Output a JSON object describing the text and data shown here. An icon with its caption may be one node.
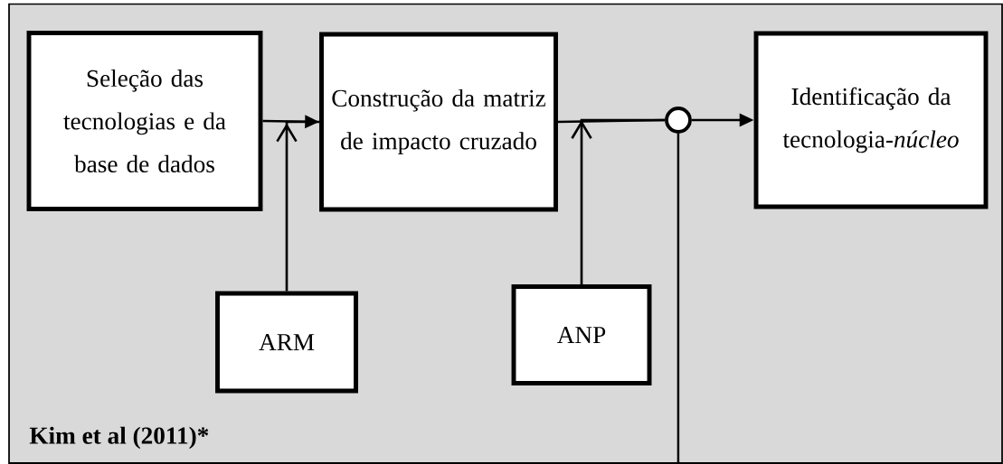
{
  "diagram": {
    "nodes": [
      {
        "text": [
          "Kim et al (2011)*"
        ]
      },
      {
        "text": [
          "Seleção das tecnologias e da base de dados"
        ],
        "in": 0
      },
      {
        "text": [
          "Construção da matriz de impacto cruzado"
        ],
        "in": 0
      },
      {
        "text": [
          "Identificação da tecnologia-*núcleo*"
        ],
        "in": 0
      },
      {
        "text": [
          "ARM"
        ],
        "in": 0
      },
      {
        "text": [
          "ANP"
        ],
        "in": 0
      },
      {
        "text": [],
        "shape": "circle",
        "in": 0
      }
    ],
    "edges": [
      {
        "from": 1,
        "to": 2,
        "arrow": "to"
      },
      {
        "from": 4,
        "to": 2,
        "arrow": "to"
      },
      {
        "from": 2,
        "to": 6,
        "arrow": "none"
      },
      {
        "from": 5,
        "to": 6,
        "arrow": "to"
      },
      {
        "from": 6,
        "to": 3,
        "arrow": "to"
      },
      {
        "from": 6,
        "to": null,
        "arrow": "none"
      }
    ]
  }
}
